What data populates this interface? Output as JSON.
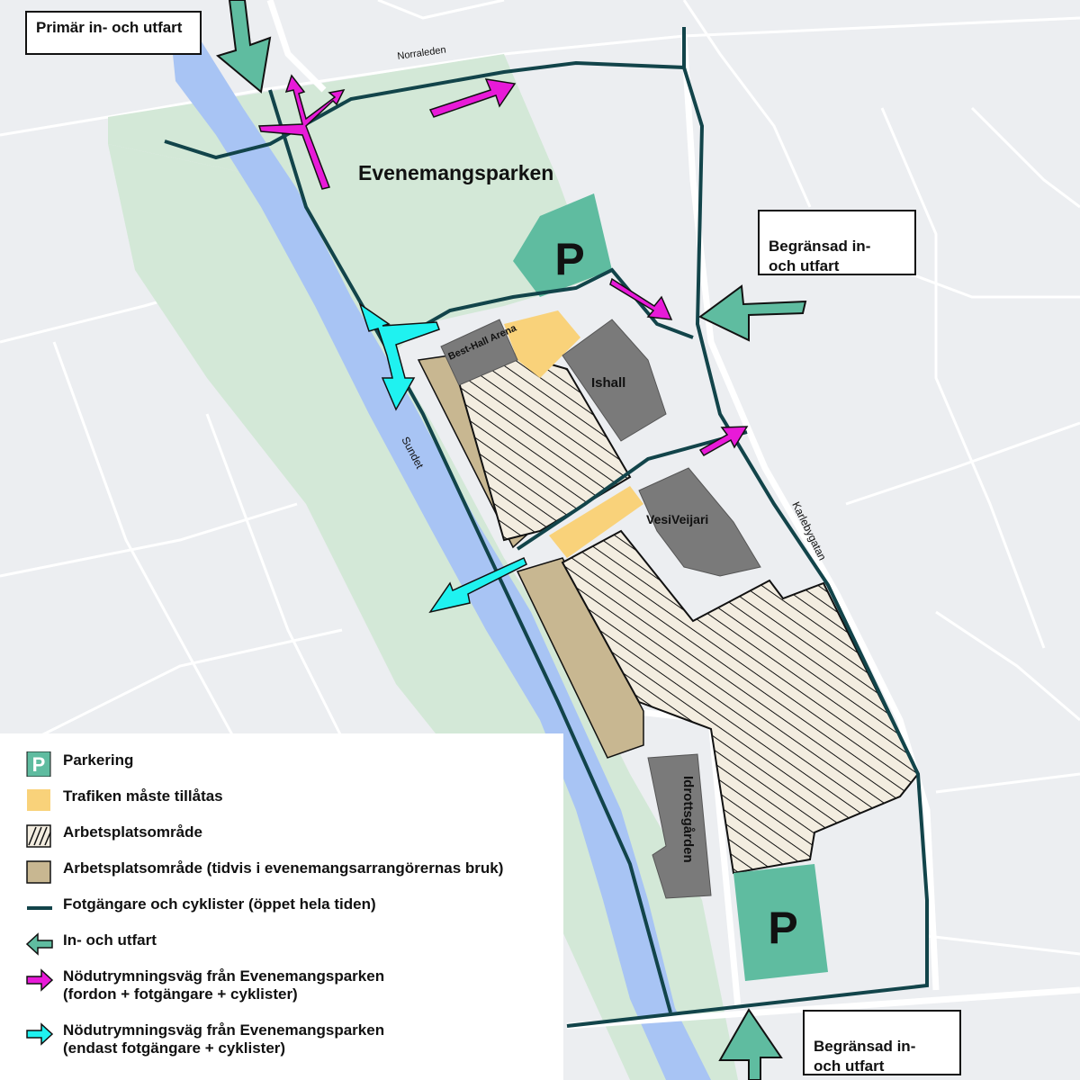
{
  "colors": {
    "background": "#eceef1",
    "green_area": "#d3e8d7",
    "river": "#a8c4f4",
    "road": "#ffffff",
    "path": "#12444a",
    "parking": "#5fbca0",
    "traffic": "#f9d27a",
    "work_area_hatch": "#f3ede0",
    "work_area_event": "#c8b791",
    "building": "#7a7a7a",
    "entry_arrow": "#5fbca0",
    "emergency_vehicle_arrow": "#e81ad8",
    "emergency_pedestrian_arrow": "#1ff2f0"
  },
  "map": {
    "area_title": "Evenemangsparken",
    "road_norraleden": "Norraleden",
    "road_karlebygatan": "Karlebygatan",
    "river_name": "Sundet",
    "parking_symbol": "P",
    "buildings": {
      "best_hall": "Best-Hall Arena",
      "ishall": "Ishall",
      "vesiveijari": "VesiVeijari",
      "idrottsgarden": "Idrottsgården"
    }
  },
  "callouts": {
    "primary_entry": "Primär in- och utfart",
    "limited_entry_east": "Begränsad in-\noch utfart",
    "limited_entry_south": "Begränsad in-\noch utfart"
  },
  "legend": {
    "items": [
      {
        "symbol": "parking",
        "label": "Parkering"
      },
      {
        "symbol": "traffic",
        "label": "Trafiken måste tillåtas"
      },
      {
        "symbol": "hatch",
        "label": "Arbetsplatsområde"
      },
      {
        "symbol": "event-area",
        "label": "Arbetsplatsområde (tidvis i evenemangsarrangörernas bruk)"
      },
      {
        "symbol": "path",
        "label": "Fotgängare och cyklister (öppet hela tiden)"
      },
      {
        "symbol": "entry-arrow",
        "label": "In- och utfart"
      },
      {
        "symbol": "emergency-vehicle-arrow",
        "label": "Nödutrymningsväg från Evenemangsparken\n (fordon + fotgängare + cyklister)"
      },
      {
        "symbol": "emergency-pedestrian-arrow",
        "label": "Nödutrymningsväg från Evenemangsparken\n(endast fotgängare + cyklister)"
      }
    ]
  }
}
